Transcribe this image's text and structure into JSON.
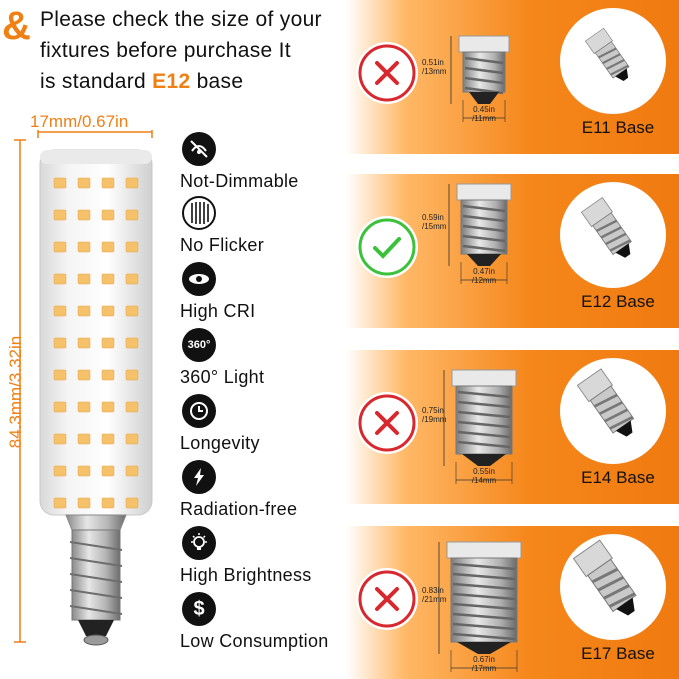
{
  "header": {
    "ampersand": "&",
    "line1": "Please check the size of your",
    "line2": "fixtures before purchase It",
    "line3_prefix": "is standard ",
    "line3_accent": "E12",
    "line3_suffix": " base"
  },
  "bulb": {
    "width_label": "17mm/0.67in",
    "height_label": "84.3mm/3.32in"
  },
  "features": [
    {
      "label": "Not-Dimmable",
      "icon": "not-dimmable-icon"
    },
    {
      "label": "No Flicker",
      "icon": "no-flicker-icon"
    },
    {
      "label": "High CRI",
      "icon": "eye-icon"
    },
    {
      "label": "360° Light",
      "icon": "360-icon",
      "badge": "360°"
    },
    {
      "label": "Longevity",
      "icon": "clock-icon"
    },
    {
      "label": "Radiation-free",
      "icon": "lightning-icon"
    },
    {
      "label": "High Brightness",
      "icon": "bulb-icon"
    },
    {
      "label": "Low Consumption",
      "icon": "dollar-icon",
      "badge": "$"
    }
  ],
  "bases": [
    {
      "name": "E11 Base",
      "status": "incompatible",
      "height_in": "0.51in",
      "height_mm": "/13mm",
      "width_in": "0.45in",
      "width_mm": "/11mm"
    },
    {
      "name": "E12 Base",
      "status": "compatible",
      "height_in": "0.59in",
      "height_mm": "/15mm",
      "width_in": "0.47in",
      "width_mm": "/12mm"
    },
    {
      "name": "E14 Base",
      "status": "incompatible",
      "height_in": "0.75in",
      "height_mm": "/19mm",
      "width_in": "0.55in",
      "width_mm": "/14mm"
    },
    {
      "name": "E17 Base",
      "status": "incompatible",
      "height_in": "0.83in",
      "height_mm": "/21mm",
      "width_in": "0.67in",
      "width_mm": "/17mm"
    }
  ],
  "colors": {
    "accent": "#f07f14",
    "incompatible": "#d7282f",
    "compatible": "#3cc13b"
  }
}
